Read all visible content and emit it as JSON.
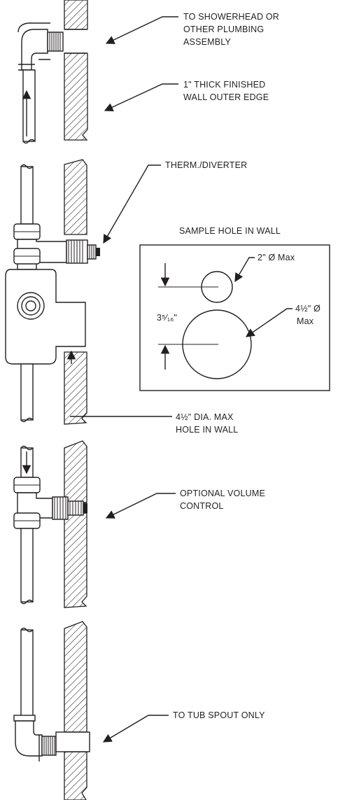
{
  "labels": {
    "showerhead_1": "TO SHOWERHEAD OR",
    "showerhead_2": "OTHER PLUMBING",
    "showerhead_3": "ASSEMBLY",
    "wall_edge_1": "1\" THICK FINISHED",
    "wall_edge_2": "WALL OUTER EDGE",
    "therm_diverter": "THERM./DIVERTER",
    "sample_hole_title": "SAMPLE HOLE IN WALL",
    "two_inch_max": "2\" Ø Max",
    "four_half_dia_1": "4½\" Ø",
    "four_half_dia_2": "Max",
    "three_5_16": "3⁵⁄₁₆\"",
    "dia_max_1": "4½\" DIA. MAX",
    "dia_max_2": "HOLE IN WALL",
    "volume_control_1": "OPTIONAL VOLUME",
    "volume_control_2": "CONTROL",
    "tub_spout": "TO TUB SPOUT ONLY"
  }
}
